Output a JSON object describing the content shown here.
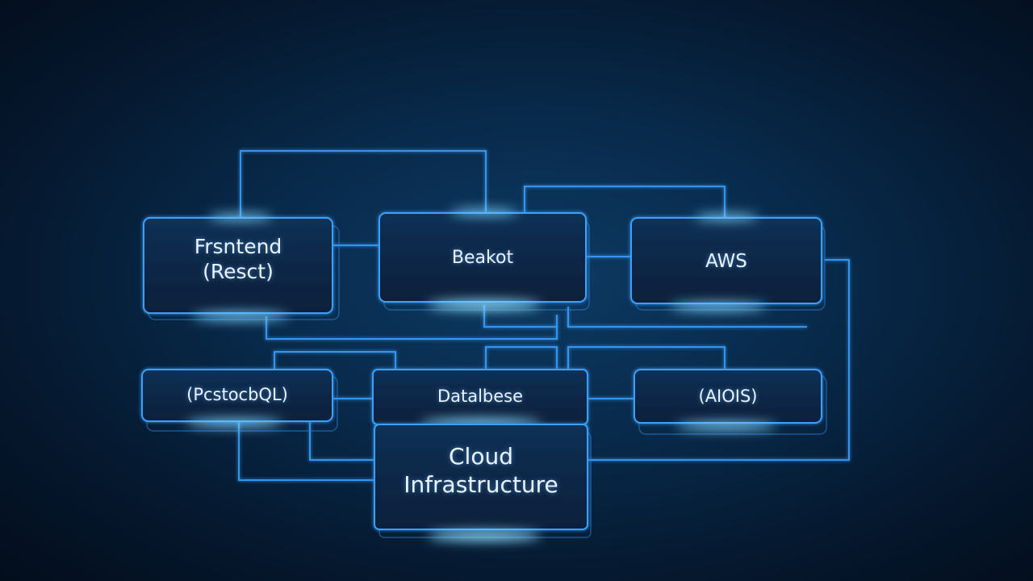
{
  "colors": {
    "background": "#061c33",
    "line": "#3aa0ff",
    "glow": "#7fd3ff",
    "node_fill": "#0a2a4a",
    "text": "#e8f3ff"
  },
  "nodes": {
    "frontend": {
      "label": "Frsntend\n(Resct)"
    },
    "backend": {
      "label": "Beakot"
    },
    "aws": {
      "label": "AWS"
    },
    "postgres": {
      "label": "(PcstocbQL)"
    },
    "database": {
      "label": "Datalbese"
    },
    "aiois": {
      "label": "(AIOIS)"
    },
    "cloud": {
      "label": "Cloud\nInfrastructure"
    }
  }
}
